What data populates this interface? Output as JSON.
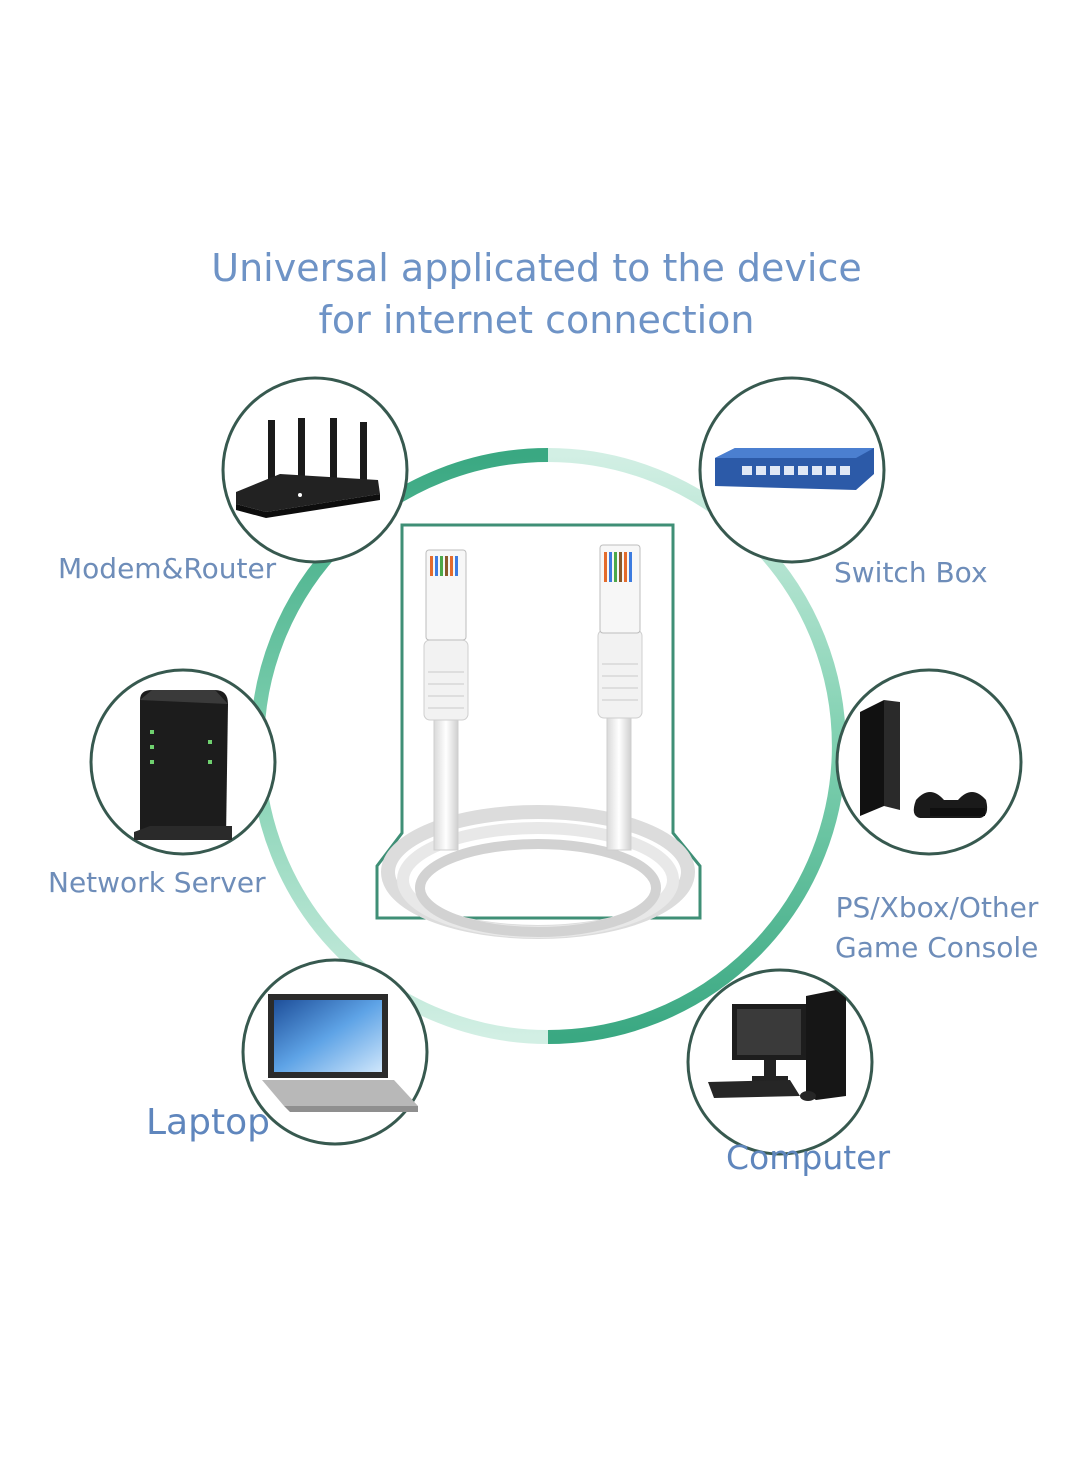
{
  "title": {
    "line1": "Universal applicated to the device",
    "line2": "for internet connection"
  },
  "devices": [
    {
      "id": "router",
      "label": "Modem&Router",
      "icon": "router-icon"
    },
    {
      "id": "switch",
      "label": "Switch Box",
      "icon": "network-switch-icon"
    },
    {
      "id": "server",
      "label": "Network Server",
      "icon": "server-icon"
    },
    {
      "id": "console",
      "label_line1": "PS/Xbox/Other",
      "label_line2": "Game Console",
      "icon": "game-console-icon"
    },
    {
      "id": "laptop",
      "label": "Laptop",
      "icon": "laptop-icon"
    },
    {
      "id": "computer",
      "label": "Computer",
      "icon": "desktop-computer-icon"
    }
  ],
  "center": {
    "icon": "ethernet-cable-icon"
  },
  "colors": {
    "ring_dark": "#3aa882",
    "ring_light": "#c8ece0",
    "circle_border": "#37594f",
    "label_text": "#6e8db9",
    "title_text": "#6e93c6"
  }
}
